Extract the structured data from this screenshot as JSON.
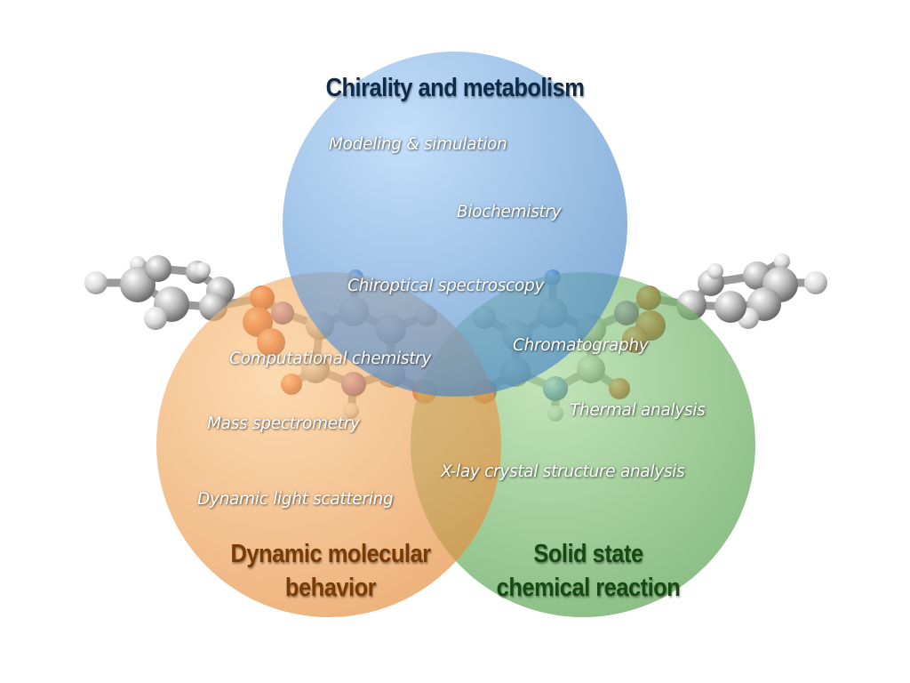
{
  "circles": {
    "top": {
      "title": "Chirality and metabolism",
      "title_color": "#0d2a4a",
      "fill_color": "#5b9fe0"
    },
    "left": {
      "title_lines": [
        "Dynamic molecular",
        "behavior"
      ],
      "title_color": "#7a3a05",
      "fill_color": "#ef9f4c"
    },
    "right": {
      "title_lines": [
        "Solid state",
        "chemical reaction"
      ],
      "title_color": "#154a12",
      "fill_color": "#5fb354"
    }
  },
  "terms": [
    "Modeling & simulation",
    "Biochemistry",
    "Chiroptical spectroscopy",
    "Chromatography",
    "Computational chemistry",
    "Thermal analysis",
    "Mass spectrometry",
    "X-lay crystal structure analysis",
    "Dynamic light scattering"
  ],
  "background_icon": "ball-and-stick-molecule-icon"
}
